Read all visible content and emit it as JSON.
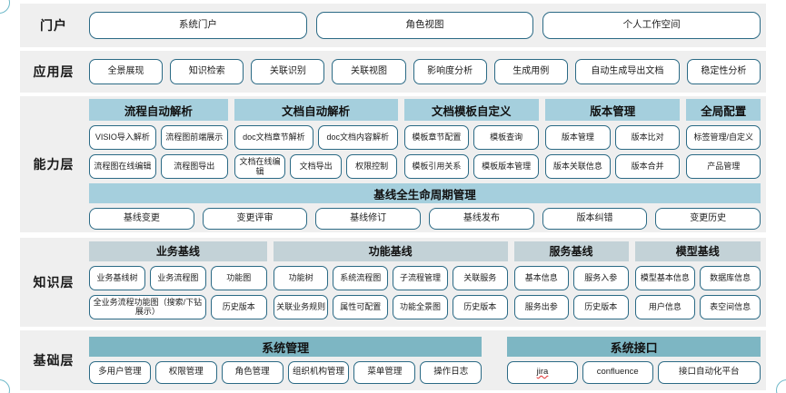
{
  "colors": {
    "band_bg": "#efefef",
    "pill_border": "#2b6a85",
    "cap_group_header": "#a5cfdd",
    "know_group_header": "#c3d2d7",
    "base_group_header": "#7db6c3",
    "page_bg": "#ffffff"
  },
  "layers": [
    {
      "label": "门户",
      "items": [
        "系统门户",
        "角色视图",
        "个人工作空间"
      ]
    },
    {
      "label": "应用层",
      "items": [
        "全景展现",
        "知识检索",
        "关联识别",
        "关联视图",
        "影响度分析",
        "生成用例",
        "自动生成导出文档",
        "稳定性分析"
      ]
    },
    {
      "label": "能力层",
      "groups": [
        {
          "title": "流程自动解析",
          "rows": [
            [
              "VISIO导入解析",
              "流程图前端展示"
            ],
            [
              "流程图在线编辑",
              "流程图导出"
            ]
          ]
        },
        {
          "title": "文档自动解析",
          "rows": [
            [
              "doc文档章节解析",
              "doc文档内容解析"
            ],
            [
              "文档在线编辑",
              "文档导出",
              "权限控制"
            ]
          ]
        },
        {
          "title": "文档模板自定义",
          "rows": [
            [
              "模板章节配置",
              "模板查询"
            ],
            [
              "模板引用关系",
              "模板版本管理"
            ]
          ]
        },
        {
          "title": "版本管理",
          "rows": [
            [
              "版本管理",
              "版本比对"
            ],
            [
              "版本关联信息",
              "版本合并"
            ]
          ]
        },
        {
          "title": "全局配置",
          "rows": [
            [
              "标签管理/自定义"
            ],
            [
              "产品管理"
            ]
          ]
        }
      ],
      "lifecycle": {
        "title": "基线全生命周期管理",
        "items": [
          "基线变更",
          "变更评审",
          "基线修订",
          "基线发布",
          "版本纠错",
          "变更历史"
        ]
      }
    },
    {
      "label": "知识层",
      "groups": [
        {
          "title": "业务基线",
          "rows": [
            [
              "业务基线树",
              "业务流程图",
              "功能图"
            ],
            [
              "全业务流程功能图（搜索/下钻展示）",
              "历史版本"
            ]
          ]
        },
        {
          "title": "功能基线",
          "rows": [
            [
              "功能树",
              "系统流程图",
              "子流程管理",
              "关联服务"
            ],
            [
              "关联业务规则",
              "属性可配置",
              "功能全景图",
              "历史版本"
            ]
          ]
        },
        {
          "title": "服务基线",
          "rows": [
            [
              "基本信息",
              "服务入参"
            ],
            [
              "服务出参",
              "历史版本"
            ]
          ]
        },
        {
          "title": "模型基线",
          "rows": [
            [
              "模型基本信息",
              "数据库信息"
            ],
            [
              "用户信息",
              "表空间信息"
            ]
          ]
        }
      ]
    },
    {
      "label": "基础层",
      "groups": [
        {
          "title": "系统管理",
          "rows": [
            [
              "多用户管理",
              "权限管理",
              "角色管理",
              "组织机构管理",
              "菜单管理",
              "操作日志"
            ]
          ]
        },
        {
          "title": "系统接口",
          "rows": [
            [
              "jira",
              "confluence",
              "接口自动化平台"
            ]
          ]
        }
      ]
    }
  ]
}
